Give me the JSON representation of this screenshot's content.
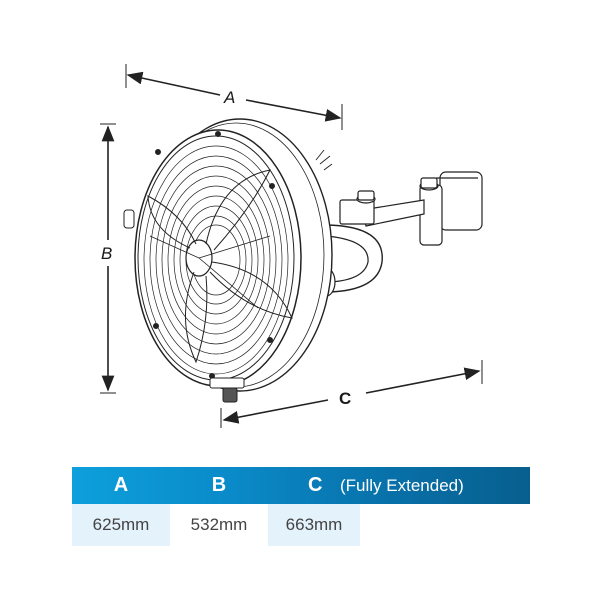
{
  "diagram": {
    "subject": "Wall-mounted oscillating fan with extendable arm bracket",
    "dimension_labels": {
      "a": "A",
      "b": "B",
      "c": "C"
    }
  },
  "table": {
    "header": {
      "a": "A",
      "b": "B",
      "c": "C",
      "c_note": "(Fully Extended)"
    },
    "values": {
      "a": "625mm",
      "b": "532mm",
      "c": "663mm"
    },
    "colors": {
      "header_gradient_start": "#0da0dc",
      "header_gradient_end": "#075f8e",
      "cell_light_blue": "#e3f2fb",
      "value_text": "#444444"
    }
  }
}
